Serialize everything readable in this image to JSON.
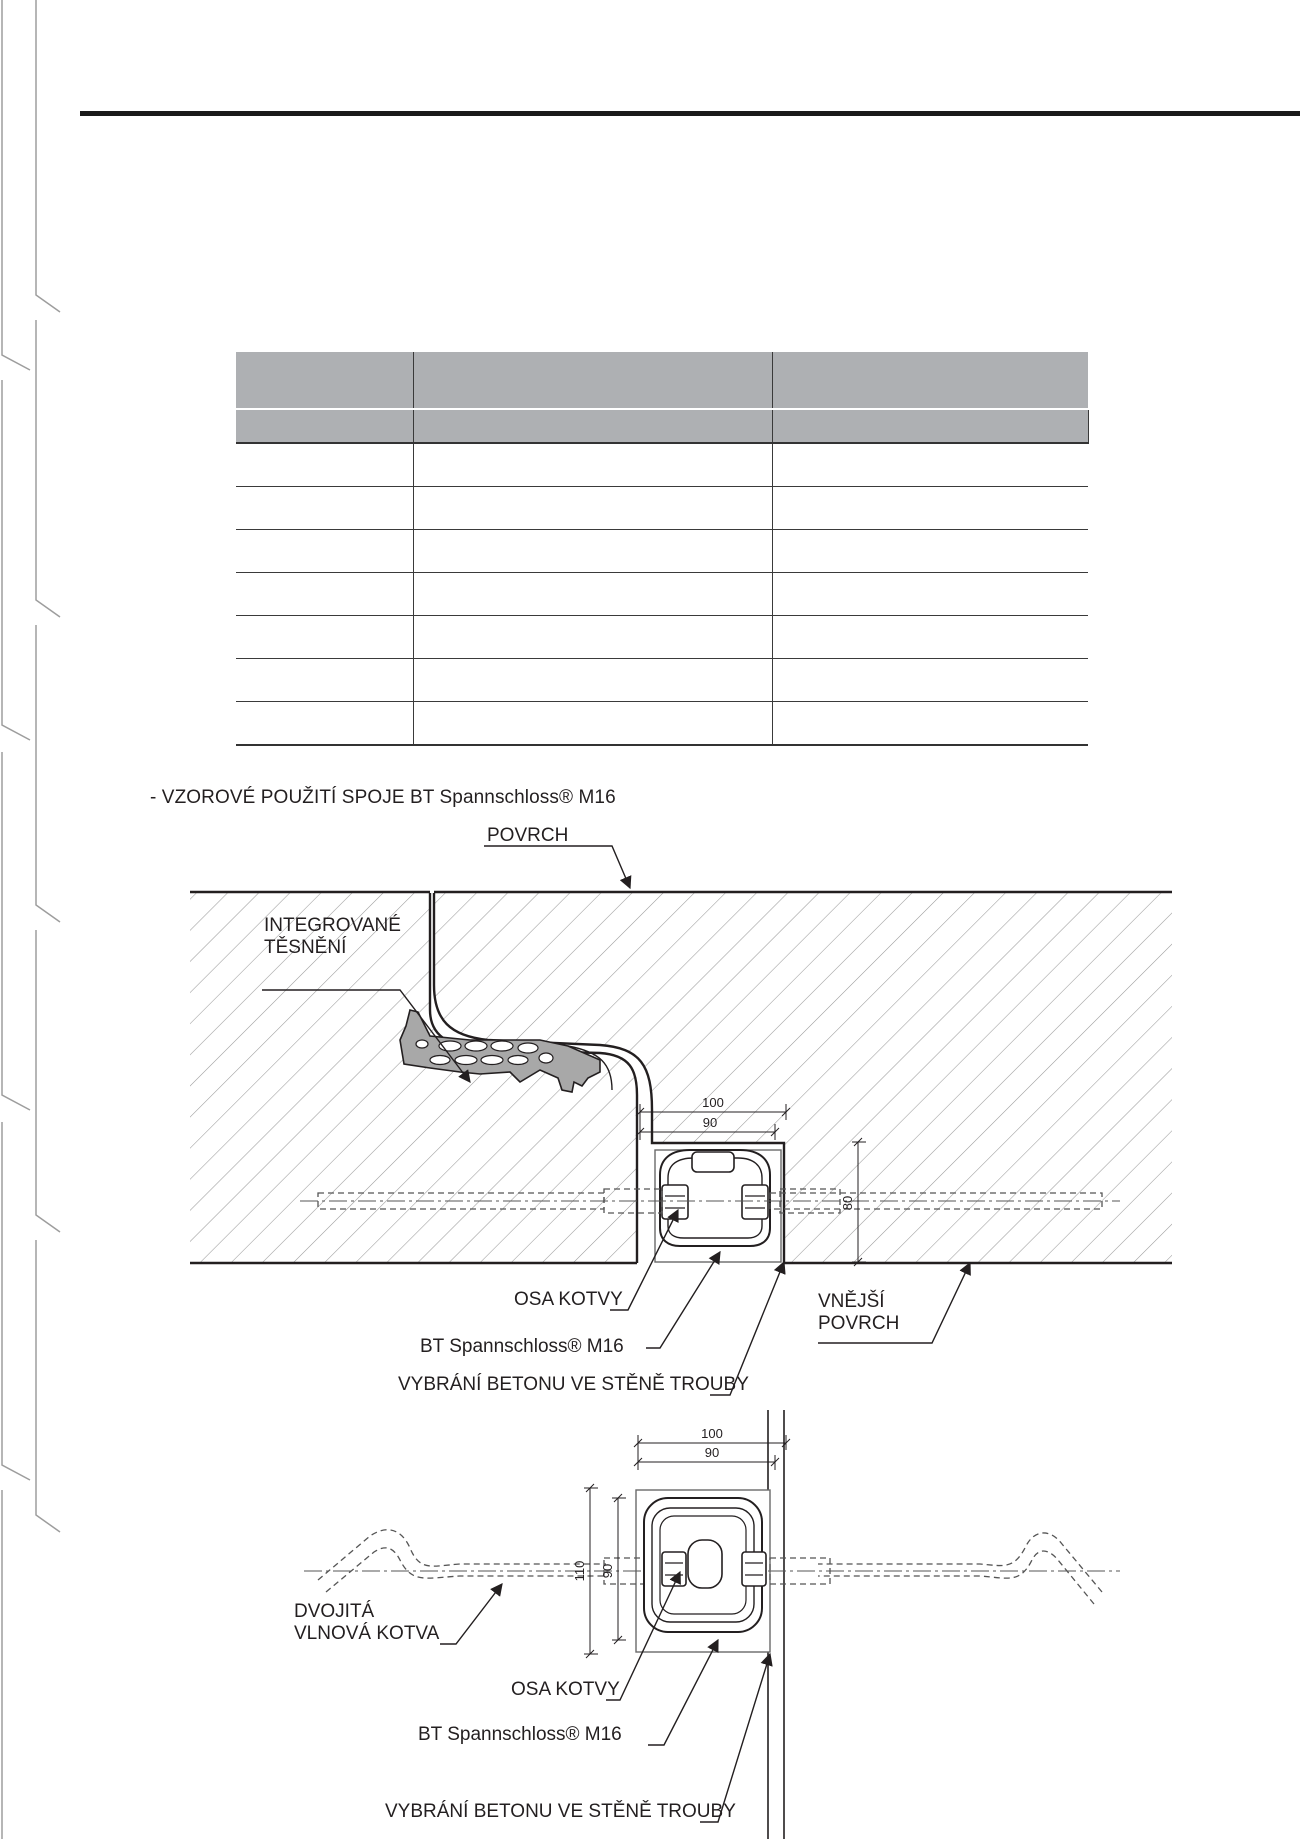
{
  "spec_table": {
    "header": [
      "",
      "",
      ""
    ],
    "subheader": [
      "",
      "",
      ""
    ],
    "rows": [
      [
        "",
        "",
        ""
      ],
      [
        "",
        "",
        ""
      ],
      [
        "",
        "",
        ""
      ],
      [
        "",
        "",
        ""
      ],
      [
        "",
        "",
        ""
      ],
      [
        "",
        "",
        ""
      ],
      [
        "",
        "",
        ""
      ]
    ]
  },
  "section": {
    "title": "-  VZOROVÉ POUŽITÍ SPOJE BT  Spannschloss® M16"
  },
  "section_view": {
    "labels": {
      "surface": "POVRCH",
      "seal_line1": "INTEGROVANÉ",
      "seal_line2": "TĚSNĚNÍ",
      "anchor_axis": "OSA KOTVY",
      "connector": "BT Spannschloss® M16",
      "recess": "VYBRÁNÍ BETONU VE STĚNĚ TROUBY",
      "outer_line1": "VNĚJŠÍ",
      "outer_line2": "POVRCH"
    },
    "dimensions": {
      "width_outer": "100",
      "width_inner": "90",
      "height": "80"
    }
  },
  "plan_view": {
    "labels": {
      "anchor_line1": "DVOJITÁ",
      "anchor_line2": "VLNOVÁ KOTVA",
      "anchor_axis": "OSA KOTVY",
      "connector": "BT Spannschloss® M16",
      "recess": "VYBRÁNÍ BETONU VE STĚNĚ TROUBY"
    },
    "dimensions": {
      "width_outer": "100",
      "width_inner": "90",
      "height_outer": "110",
      "height_inner": "90"
    }
  },
  "colors": {
    "line": "#231f20",
    "hatch": "#9a9a9a",
    "table_header": "#aeb0b3"
  }
}
